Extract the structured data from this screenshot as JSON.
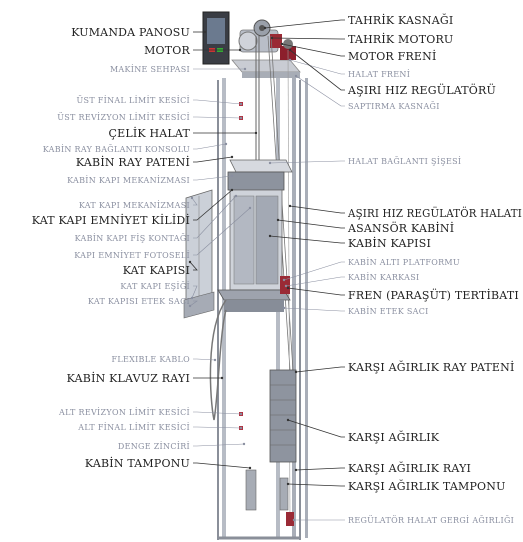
{
  "labels_left": [
    {
      "id": "kumanda-panosu",
      "text": "KUMANDA PANOSU",
      "style": "bold"
    },
    {
      "id": "motor",
      "text": "MOTOR",
      "style": "bold"
    },
    {
      "id": "makine-sehpasi",
      "text": "MAKİNE SEHPASI",
      "style": "light"
    },
    {
      "id": "ust-final-limit",
      "text": "ÜST FİNAL LİMİT KESİCİ",
      "style": "light"
    },
    {
      "id": "ust-revizyon-limit",
      "text": "ÜST REVİZYON LİMİT KESİCİ",
      "style": "light"
    },
    {
      "id": "celik-halat",
      "text": "ÇELİK HALAT",
      "style": "bold"
    },
    {
      "id": "kabin-ray-baglanti",
      "text": "KABİN RAY BAĞLANTI KONSOLU",
      "style": "light"
    },
    {
      "id": "kabin-ray-pateni",
      "text": "KABİN RAY PATENİ",
      "style": "bold"
    },
    {
      "id": "kabin-kapi-mekanizmasi",
      "text": "KABİN KAPI MEKANİZMASI",
      "style": "light"
    },
    {
      "id": "kat-kapi-mekanizmasi",
      "text": "KAT KAPI MEKANİZMASI",
      "style": "light"
    },
    {
      "id": "kat-kapi-emniyet-kilidi",
      "text": "KAT KAPI EMNİYET KİLİDİ",
      "style": "bold"
    },
    {
      "id": "kabin-kapi-fis-kontagi",
      "text": "KABİN KAPI FİŞ KONTAĞI",
      "style": "light"
    },
    {
      "id": "kapi-emniyet-fotoseli",
      "text": "KAPI EMNİYET FOTOSELİ",
      "style": "light"
    },
    {
      "id": "kat-kapisi",
      "text": "KAT KAPISI",
      "style": "bold"
    },
    {
      "id": "kat-kapi-esigi",
      "text": "KAT KAPI EŞİĞİ",
      "style": "light"
    },
    {
      "id": "kat-kapisi-etek-saci",
      "text": "KAT KAPISI ETEK SACI",
      "style": "light"
    },
    {
      "id": "flexible-kablo",
      "text": "FLEXIBLE KABLO",
      "style": "light"
    },
    {
      "id": "kabin-klavuz-rayi",
      "text": "KABİN KLAVUZ RAYI",
      "style": "bold"
    },
    {
      "id": "alt-revizyon-limit",
      "text": "ALT REVİZYON LİMİT KESİCİ",
      "style": "light"
    },
    {
      "id": "alt-final-limit",
      "text": "ALT FİNAL LİMİT KESİCİ",
      "style": "light"
    },
    {
      "id": "denge-zinciri",
      "text": "DENGE ZİNCİRİ",
      "style": "light"
    },
    {
      "id": "kabin-tamponu",
      "text": "KABİN TAMPONU",
      "style": "bold"
    }
  ],
  "labels_right": [
    {
      "id": "tahrik-kasnagi",
      "text": "TAHRİK KASNAĞI",
      "style": "bold"
    },
    {
      "id": "tahrik-motoru",
      "text": "TAHRİK MOTORU",
      "style": "bold"
    },
    {
      "id": "motor-freni",
      "text": "MOTOR FRENİ",
      "style": "bold"
    },
    {
      "id": "halat-freni",
      "text": "HALAT FRENİ",
      "style": "light"
    },
    {
      "id": "asiri-hiz-regulatoru",
      "text": "AŞIRI HIZ REGÜLATÖRÜ",
      "style": "bold"
    },
    {
      "id": "saptirma-kasnagi",
      "text": "SAPTIRMA KASNAĞI",
      "style": "light"
    },
    {
      "id": "halat-baglanti-sisesi",
      "text": "HALAT BAĞLANTI ŞİŞESİ",
      "style": "light"
    },
    {
      "id": "asiri-hiz-regulator-halati",
      "text": "AŞIRI HIZ REGÜLATÖR HALATI",
      "style": "bold"
    },
    {
      "id": "asansor-kabini",
      "text": "ASANSÖR KABİNİ",
      "style": "bold"
    },
    {
      "id": "kabin-kapisi",
      "text": "KABİN KAPISI",
      "style": "bold"
    },
    {
      "id": "kabin-alti-platformu",
      "text": "KABİN ALTI PLATFORMU",
      "style": "light"
    },
    {
      "id": "kabin-karkasi",
      "text": "KABİN KARKASI",
      "style": "light"
    },
    {
      "id": "fren-tertibati",
      "text": "FREN (PARAŞÜT) TERTİBATI",
      "style": "bold"
    },
    {
      "id": "kabin-etek-saci",
      "text": "KABİN ETEK SACI",
      "style": "light"
    },
    {
      "id": "karsi-agirlik-ray-pateni",
      "text": "KARŞI AĞIRLIK RAY PATENİ",
      "style": "bold"
    },
    {
      "id": "karsi-agirlik",
      "text": "KARŞI AĞIRLIK",
      "style": "bold"
    },
    {
      "id": "karsi-agirlik-rayi",
      "text": "KARŞI AĞIRLIK RAYI",
      "style": "bold"
    },
    {
      "id": "karsi-agirlik-tamponu",
      "text": "KARŞI AĞIRLIK TAMPONU",
      "style": "bold"
    },
    {
      "id": "regulator-halat-gergi",
      "text": "REGÜLATÖR HALAT GERGİ AĞIRLIĞI",
      "style": "light"
    }
  ],
  "colors": {
    "line_bold": "#333333",
    "line_light": "#8a8fa0",
    "frame": "#9aa0aa",
    "frame_dark": "#6f7580",
    "accent": "#b03040"
  }
}
